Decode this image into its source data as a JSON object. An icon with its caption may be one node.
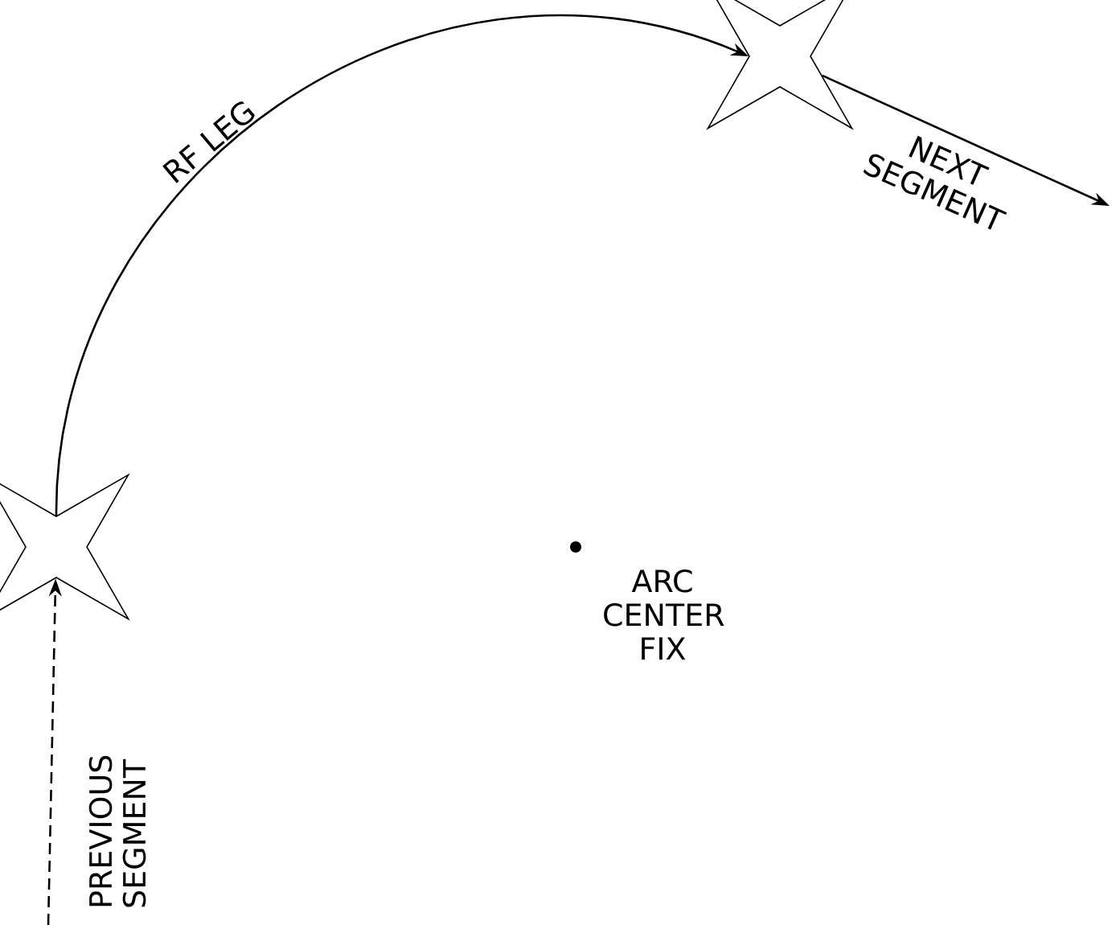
{
  "diagram": {
    "nodes": [
      {
        "text": [],
        "shape": "star"
      },
      {
        "text": [],
        "shape": "star"
      }
    ],
    "edges": [
      {
        "from": null,
        "to": 0,
        "arrow": "to",
        "style": "dashed",
        "label": "PREVIOUS SEGMENT"
      },
      {
        "from": 0,
        "to": 1,
        "arrow": "to",
        "label": "RF LEG"
      },
      {
        "from": 1,
        "to": null,
        "arrow": "to",
        "label": "NEXT SEGMENT"
      }
    ],
    "labels": [
      "ARC CENTER FIX"
    ]
  }
}
